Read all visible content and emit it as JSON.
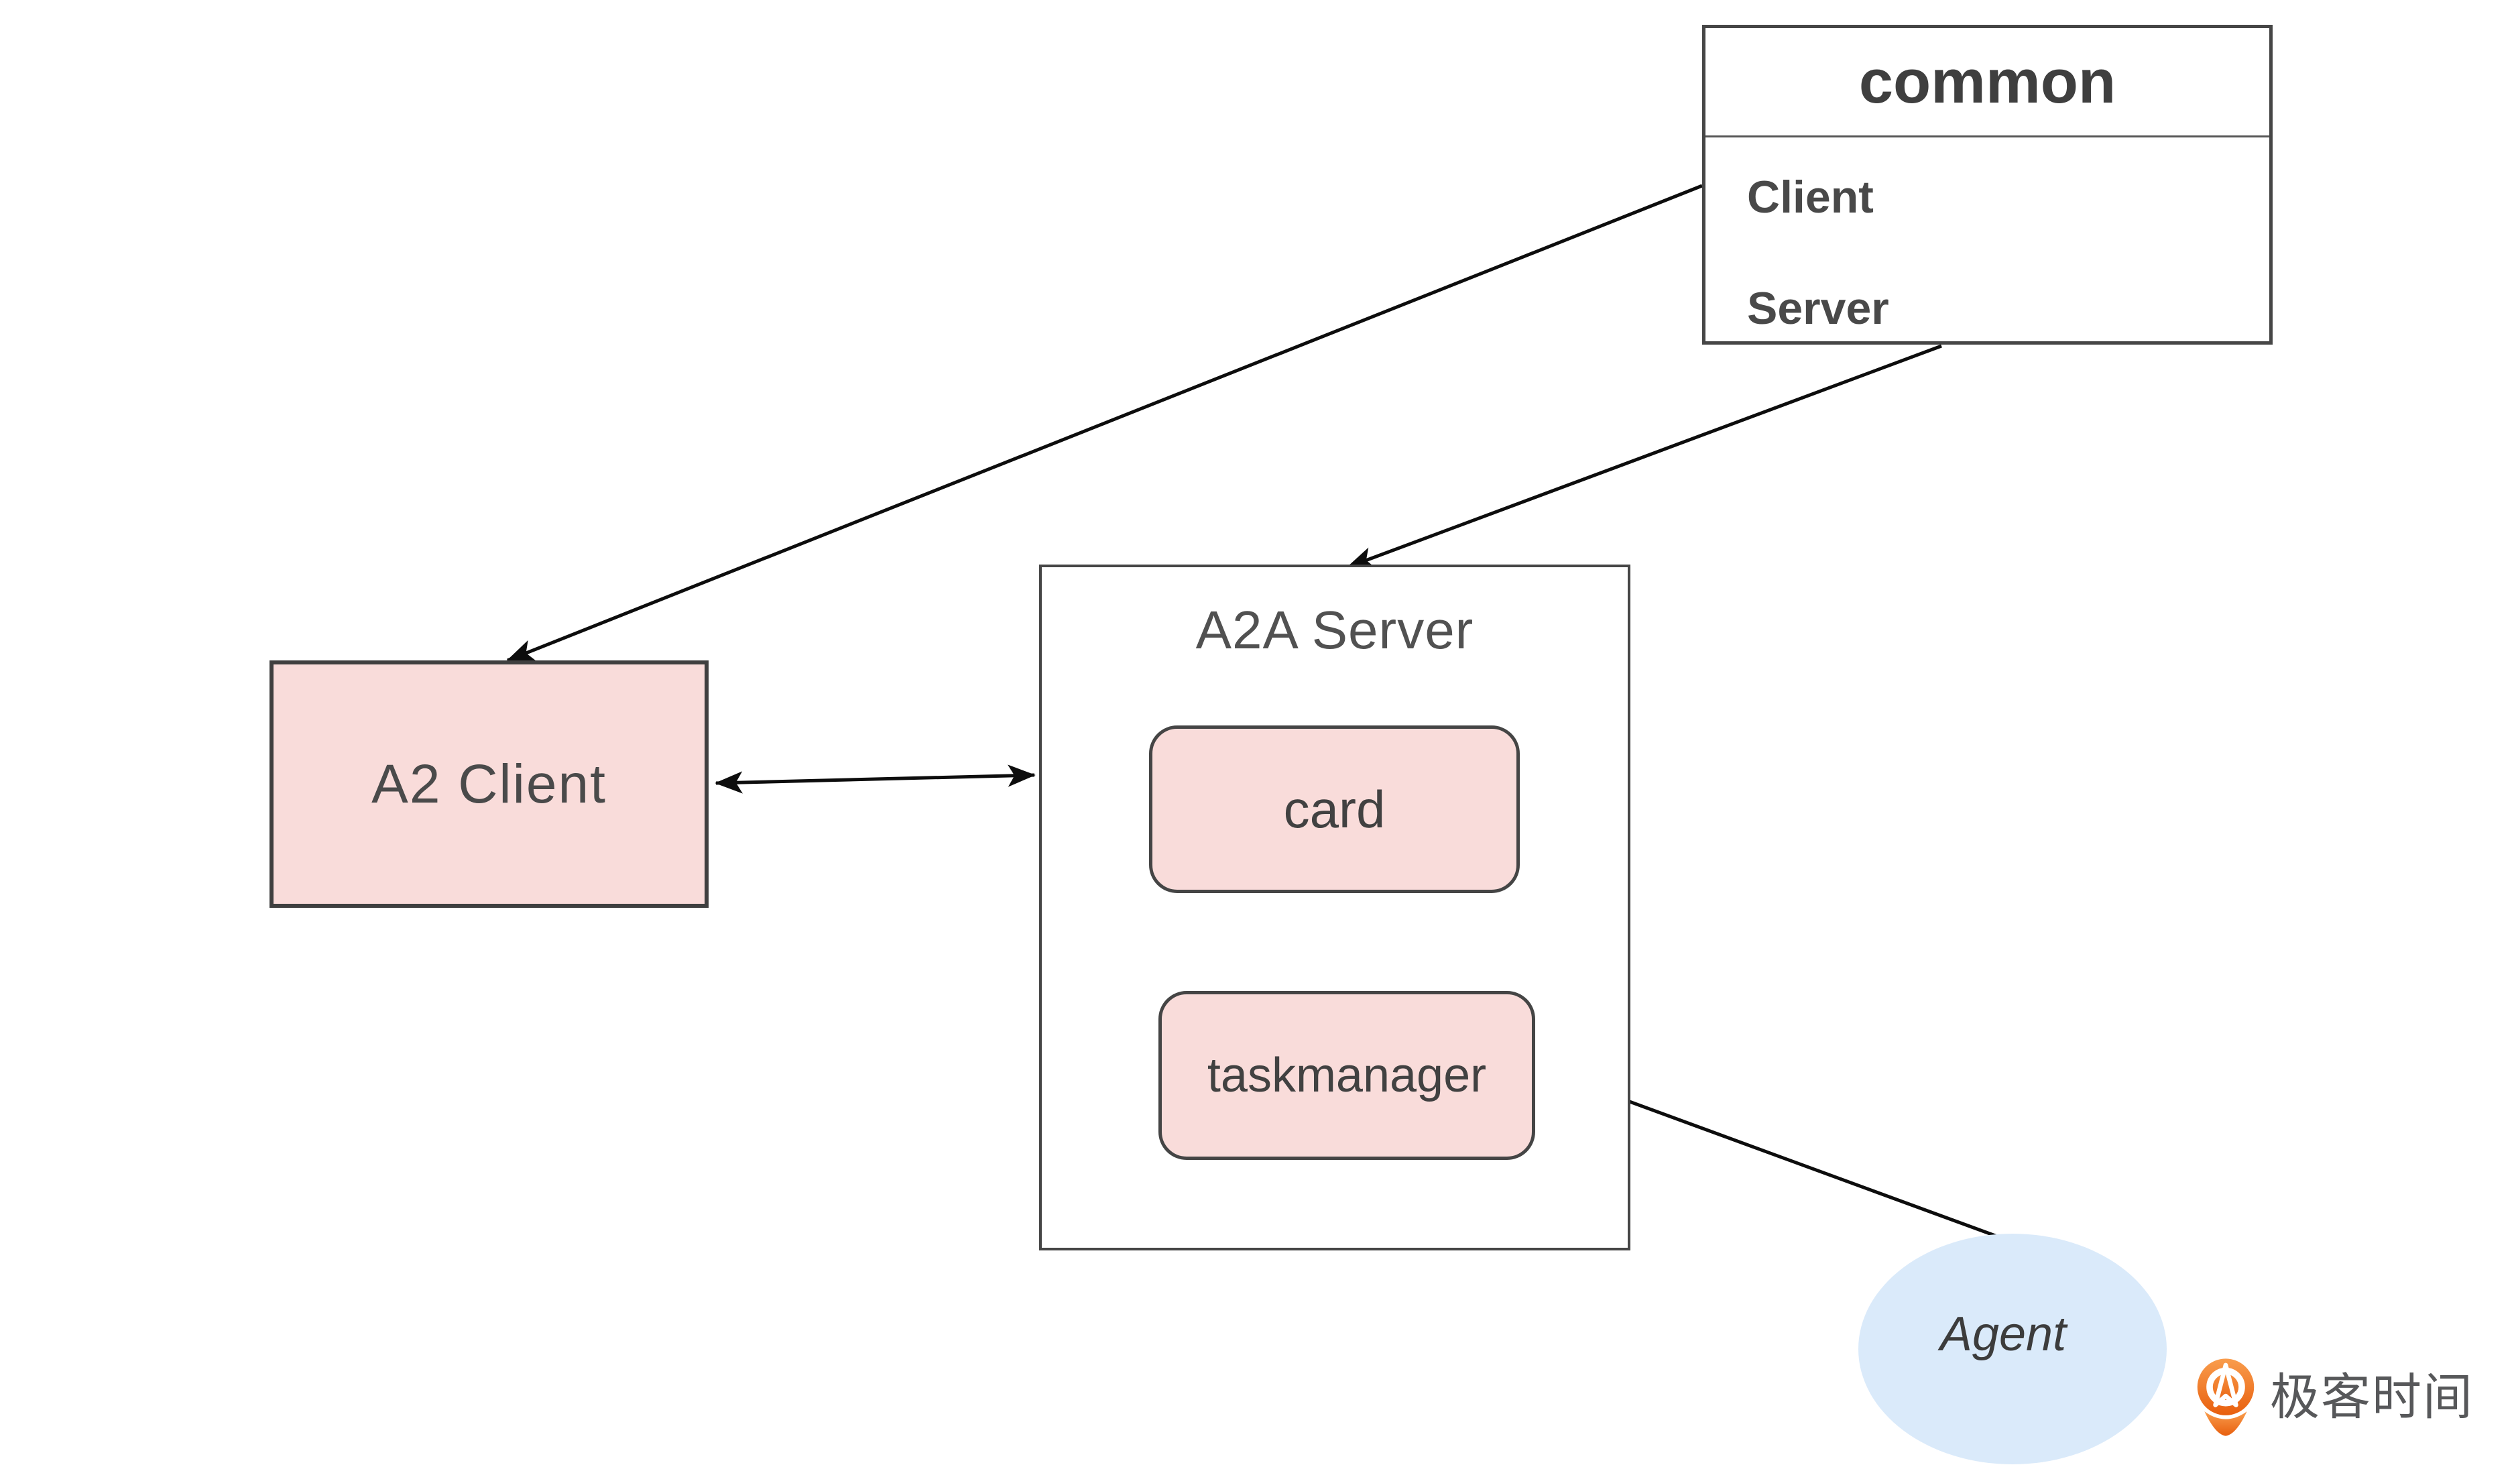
{
  "diagram": {
    "common": {
      "title": "common",
      "rows": [
        {
          "label": "Client"
        },
        {
          "label": "Server"
        }
      ]
    },
    "a2_client": {
      "label": "A2 Client"
    },
    "a2a_server": {
      "title": "A2A Server",
      "card_label": "card",
      "taskmanager_label": "taskmanager"
    },
    "agent": {
      "label": "Agent"
    },
    "icons": {
      "logo": "geektime-pin-icon"
    }
  },
  "branding": {
    "logo_text": "极客时间"
  },
  "colors": {
    "box_pink": "#f9dcda",
    "agent_blue": "#daeafa",
    "border_dark": "#464646",
    "label_text": "#454545",
    "arrow_black": "#0d0d0d",
    "logo_orange": "#f0741f",
    "logo_orange_light": "#f99d4d",
    "logo_text_gray": "#57585a"
  }
}
